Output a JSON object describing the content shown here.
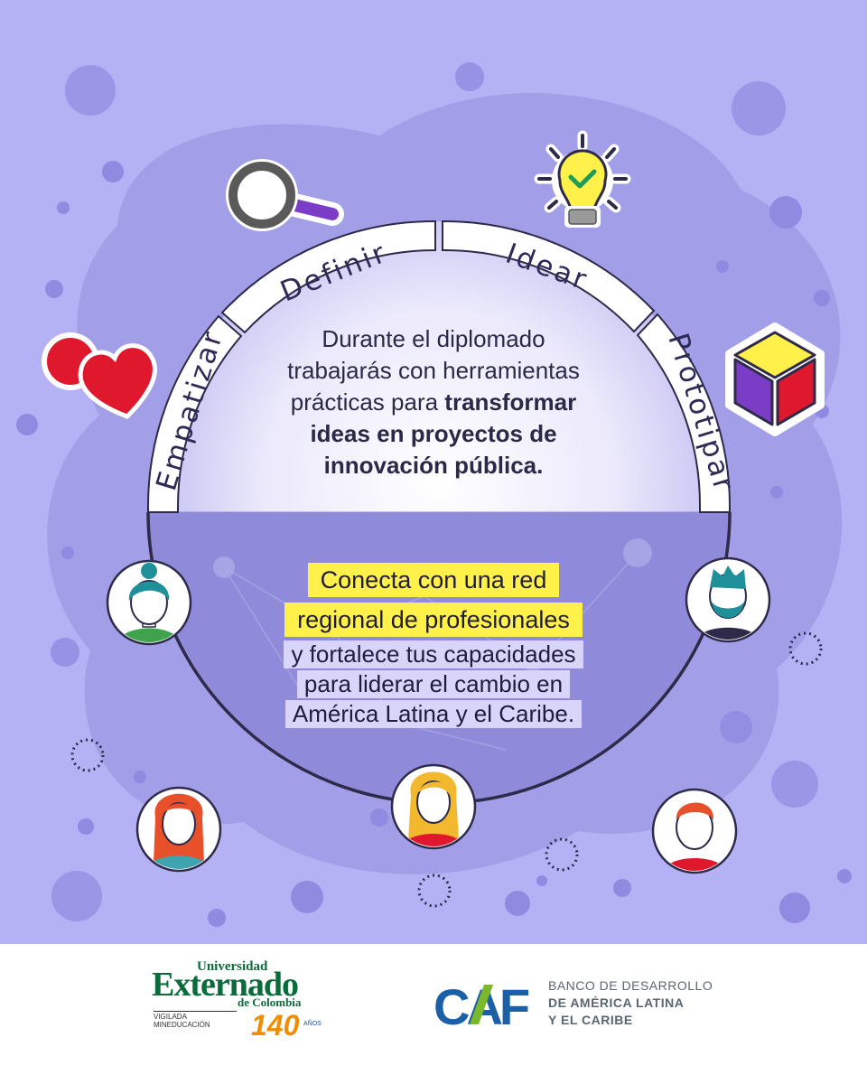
{
  "stages": {
    "empatizar": "Empatizar",
    "definir": "Definir",
    "idear": "Idear",
    "prototipar": "Prototipar"
  },
  "intro": {
    "line1": "Durante el diplomado",
    "line2": "trabajarás con herramientas",
    "line3_regular": "prácticas para ",
    "line3_bold": "transformar",
    "line4": "ideas en proyectos de",
    "line5": "innovación pública."
  },
  "network": {
    "highlight_line1": "Conecta con una red",
    "highlight_line2": "regional de profesionales",
    "line3": "y fortalece tus capacidades",
    "line4": "para liderar el cambio en",
    "line5": "América Latina y el Caribe."
  },
  "footer": {
    "externado": {
      "univ": "Universidad",
      "name": "Externado",
      "country": "de Colombia",
      "vigilada": "VIGILADA MINEDUCACIÓN",
      "anniversary": "140",
      "years": "AÑOS"
    },
    "caf": {
      "logo": "CAF",
      "line1": "BANCO DE DESARROLLO",
      "line2": "DE AMÉRICA LATINA",
      "line3": "Y EL CARIBE"
    }
  },
  "colors": {
    "background": "#b4b1f4",
    "blob": "#a29ee8",
    "dots": "#8f8be0",
    "circle_line": "#2d2a4a",
    "highlight_yellow": "#fff04a",
    "heart_red": "#e0182d",
    "caf_blue": "#1b5fa6",
    "caf_green": "#7ab929",
    "externado_green": "#0b6b3a"
  },
  "icons": [
    "heart-person-icon",
    "magnifier-icon",
    "lightbulb-icon",
    "cube-icon"
  ]
}
